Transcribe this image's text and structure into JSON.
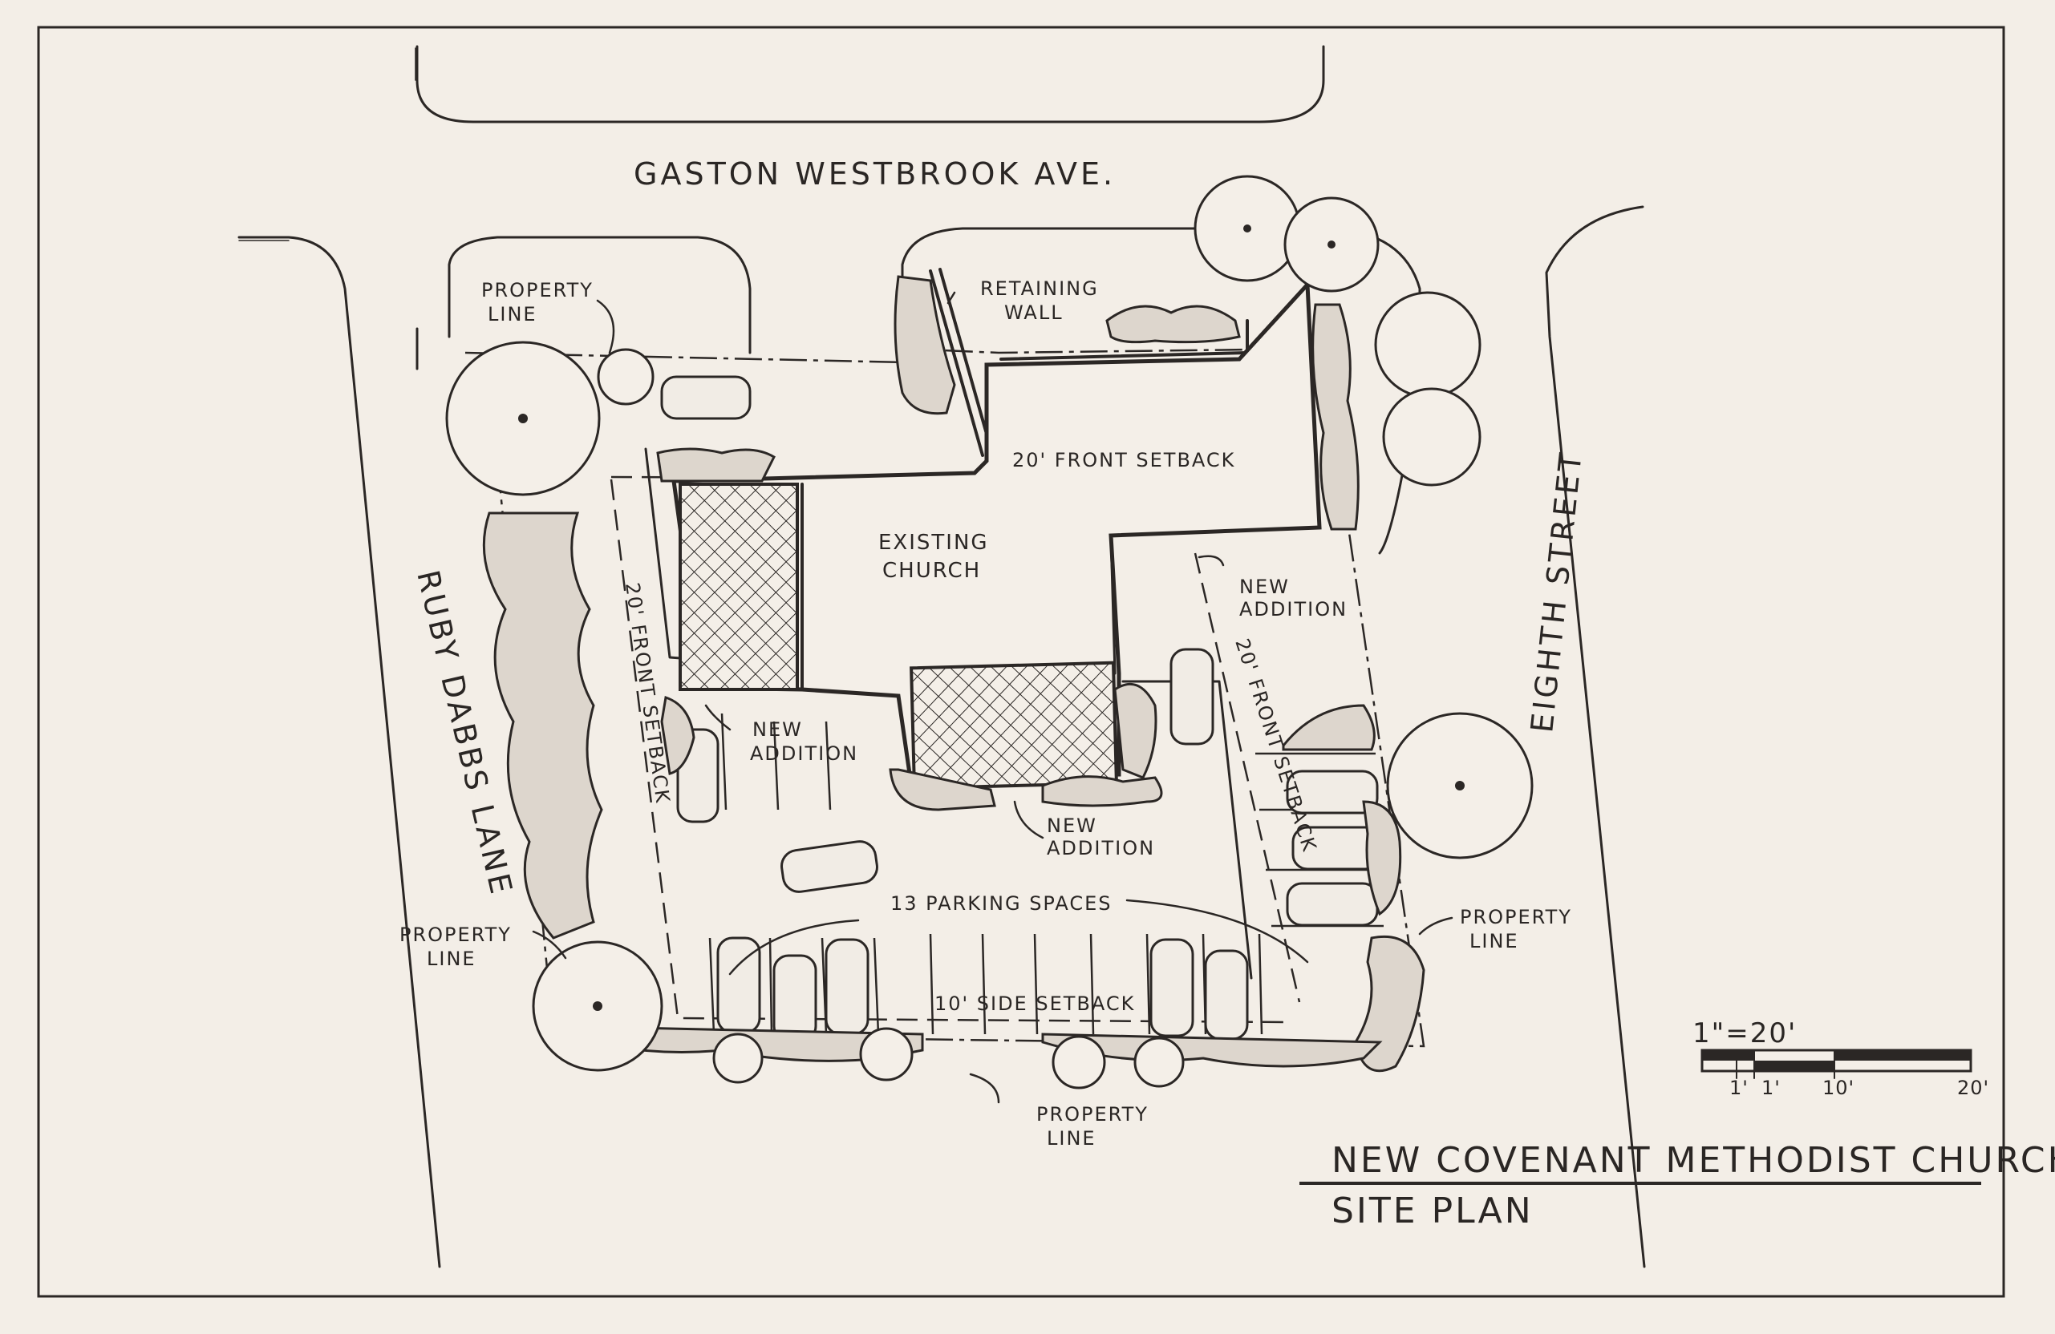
{
  "streets": {
    "north": "GASTON WESTBROOK AVE.",
    "west": "RUBY DABBS LANE",
    "east": "EIGHTH STREET"
  },
  "labels": {
    "property_line_nw_1": "PROPERTY",
    "property_line_nw_2": "LINE",
    "retaining_wall_1": "RETAINING",
    "retaining_wall_2": "WALL",
    "front_setback_top": "20' FRONT SETBACK",
    "front_setback_left": "20' FRONT SETBACK",
    "front_setback_right": "20' FRONT SETBACK",
    "existing_church_1": "EXISTING",
    "existing_church_2": "CHURCH",
    "new_addition_1": "NEW",
    "new_addition_2": "ADDITION",
    "parking_spaces": "13 PARKING SPACES",
    "side_setback": "10' SIDE SETBACK",
    "property_line_w_1": "PROPERTY",
    "property_line_w_2": "LINE",
    "property_line_s_1": "PROPERTY",
    "property_line_s_2": "LINE",
    "property_line_e_1": "PROPERTY",
    "property_line_e_2": "LINE"
  },
  "scale": {
    "ratio": "1\"=20'",
    "ticks": [
      "1'",
      "1'",
      "10'",
      "20'"
    ]
  },
  "title_block": {
    "title": "NEW COVENANT METHODIST CHURCH",
    "subtitle": "SITE PLAN"
  }
}
